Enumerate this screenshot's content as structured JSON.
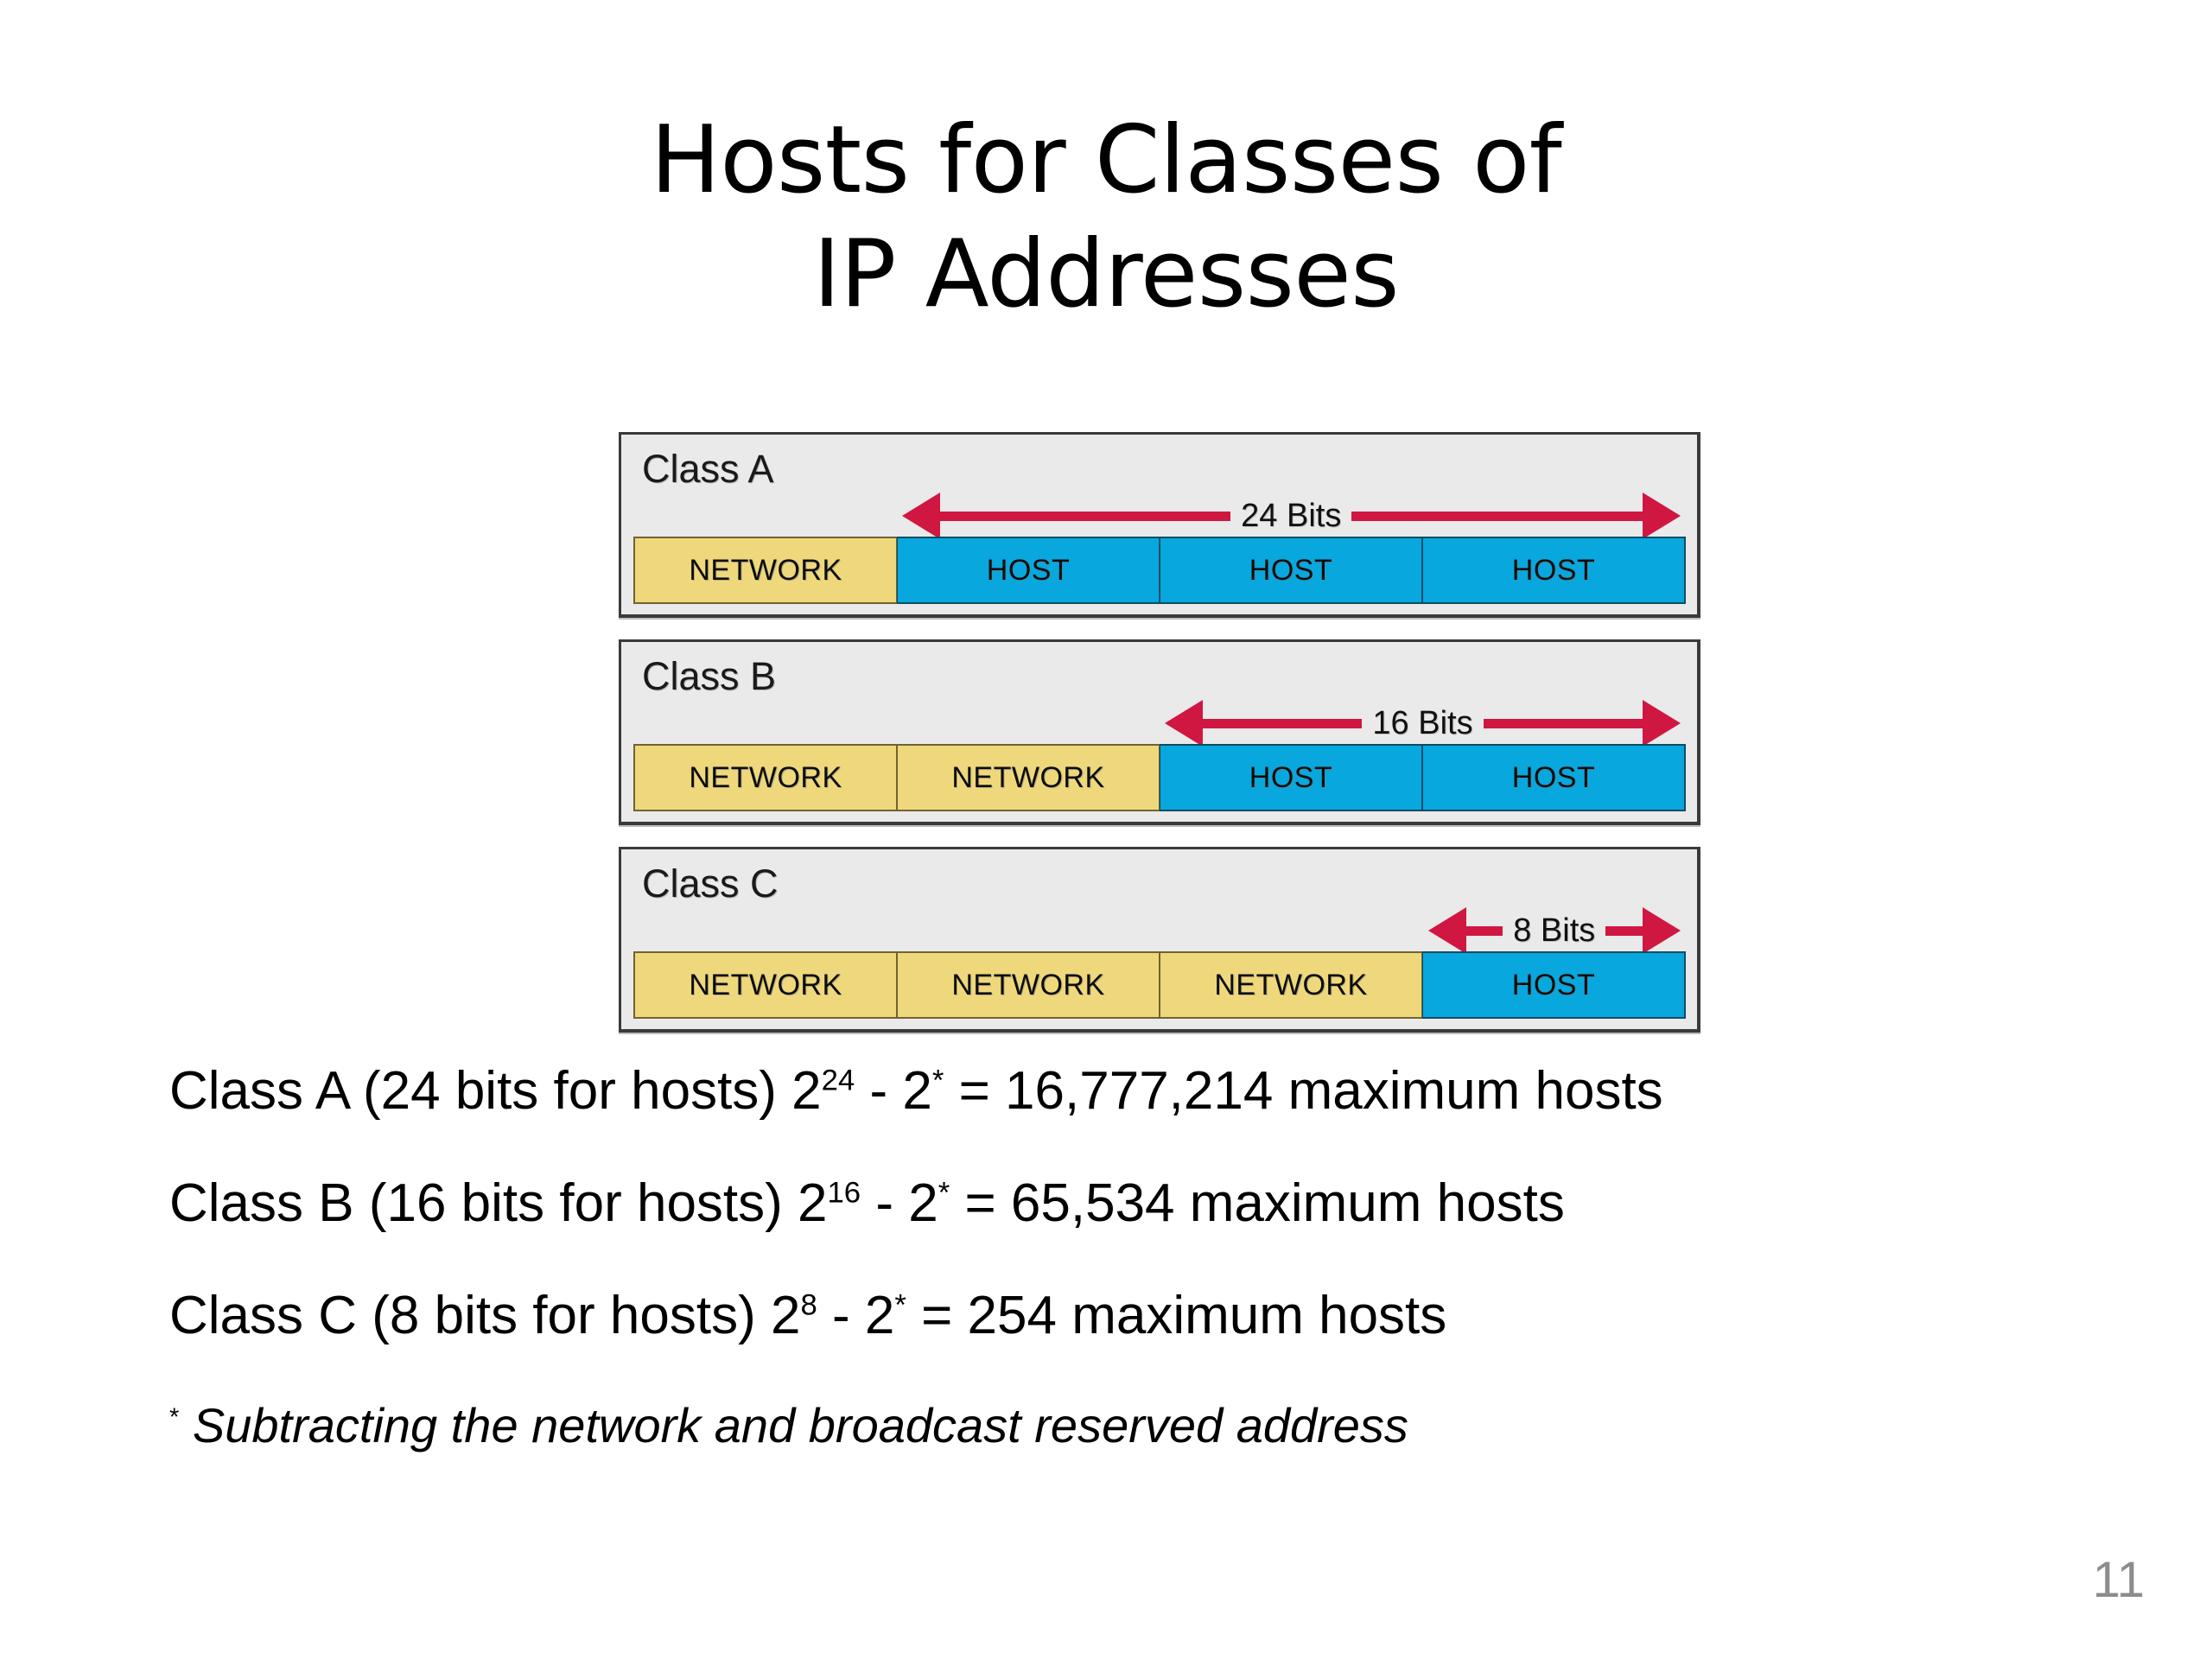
{
  "slide": {
    "title_line1": "Hosts for Classes of",
    "title_line2": "IP Addresses",
    "page_number": "11",
    "background_color": "#ffffff"
  },
  "colors": {
    "network_fill": "#efd87c",
    "host_fill": "#08a7dd",
    "panel_fill": "#eaeaea",
    "panel_border": "#3a3a3a",
    "arrow_red": "#d01741",
    "page_number_gray": "#8c8c8c"
  },
  "diagram": {
    "panels": [
      {
        "class_label": "Class A",
        "bits_label": "24 Bits",
        "arrow_span_octets": 3,
        "octets": [
          {
            "label": "NETWORK",
            "kind": "network"
          },
          {
            "label": "HOST",
            "kind": "host"
          },
          {
            "label": "HOST",
            "kind": "host"
          },
          {
            "label": "HOST",
            "kind": "host"
          }
        ]
      },
      {
        "class_label": "Class B",
        "bits_label": "16 Bits",
        "arrow_span_octets": 2,
        "octets": [
          {
            "label": "NETWORK",
            "kind": "network"
          },
          {
            "label": "NETWORK",
            "kind": "network"
          },
          {
            "label": "HOST",
            "kind": "host"
          },
          {
            "label": "HOST",
            "kind": "host"
          }
        ]
      },
      {
        "class_label": "Class C",
        "bits_label": "8 Bits",
        "arrow_span_octets": 1,
        "octets": [
          {
            "label": "NETWORK",
            "kind": "network"
          },
          {
            "label": "NETWORK",
            "kind": "network"
          },
          {
            "label": "NETWORK",
            "kind": "network"
          },
          {
            "label": "HOST",
            "kind": "host"
          }
        ]
      }
    ]
  },
  "body": {
    "lines": [
      {
        "prefix": "Class A (24 bits for hosts) 2",
        "exponent": "24",
        "middle": " - 2",
        "star": "*",
        "suffix": " = 16,777,214 maximum hosts"
      },
      {
        "prefix": "Class B (16 bits for hosts) 2",
        "exponent": "16",
        "middle": " - 2",
        "star": "*",
        "suffix": " = 65,534 maximum hosts"
      },
      {
        "prefix": "Class C (8 bits for hosts) 2",
        "exponent": "8",
        "middle": " - 2",
        "star": "*",
        "suffix": " = 254 maximum hosts"
      }
    ],
    "footnote_marker": "*",
    "footnote_text": " Subtracting the network and broadcast reserved address"
  }
}
